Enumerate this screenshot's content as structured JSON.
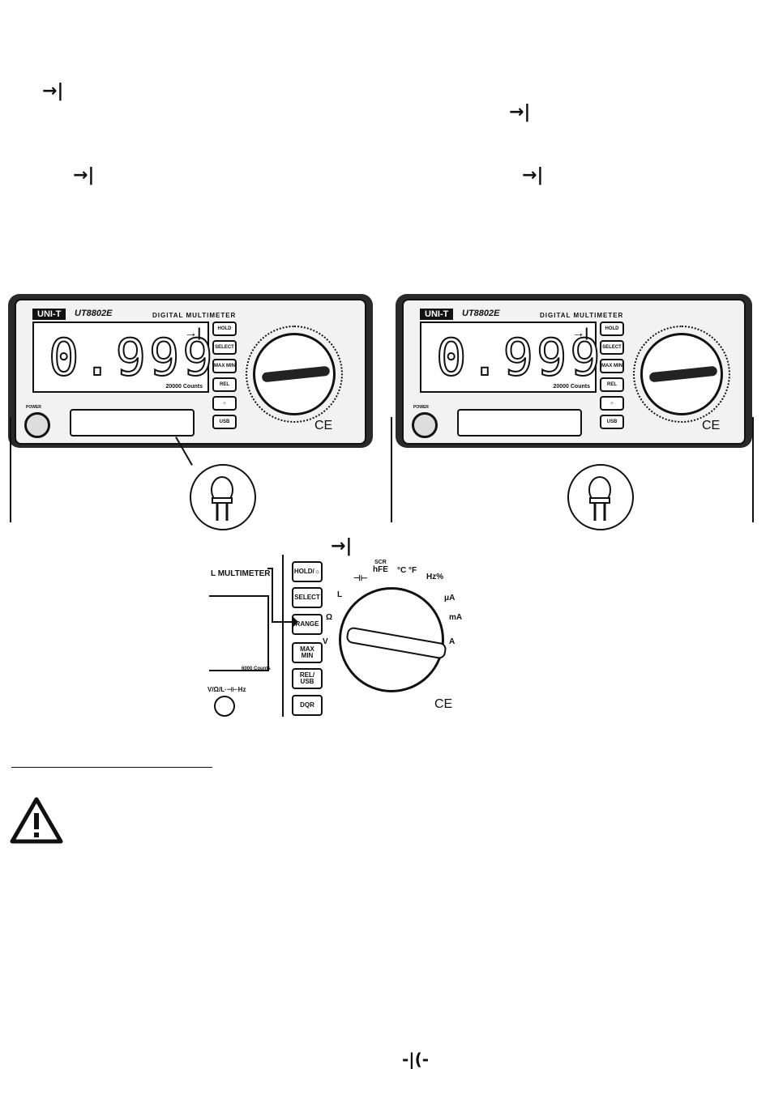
{
  "symbols": {
    "diode_1": "→|",
    "diode_2": "→|",
    "diode_3": "→|",
    "diode_4": "→|",
    "diode_caption": "→|",
    "capacitor": "-|(-"
  },
  "meter": {
    "brand": "UNI-T",
    "model": "UT8802E",
    "title": "DIGITAL MULTIMETER",
    "display": "0.999",
    "counts": "20000 Counts",
    "power_label": "POWER",
    "buttons": [
      "HOLD",
      "SELECT",
      "MAX MIN",
      "REL",
      "☼",
      "USB"
    ],
    "ce": "CE"
  },
  "figure2": {
    "title": "L MULTIMETER",
    "counts": "6000 Counts",
    "buttons": [
      "HOLD/☼",
      "SELECT",
      "RANGE",
      "MAX MIN",
      "REL/ USB",
      "DQR"
    ],
    "dial_labels": {
      "hfe": "hFE",
      "scr": "SCR",
      "temp": "°C °F",
      "hz": "Hz%",
      "ua": "μA",
      "ma": "mA",
      "a": "A",
      "v": "V",
      "ohm": "Ω",
      "l": "L",
      "cap": "⊣⊢"
    },
    "jack": "V/Ω/L·⊣⊢Hz",
    "ce": "CE"
  }
}
